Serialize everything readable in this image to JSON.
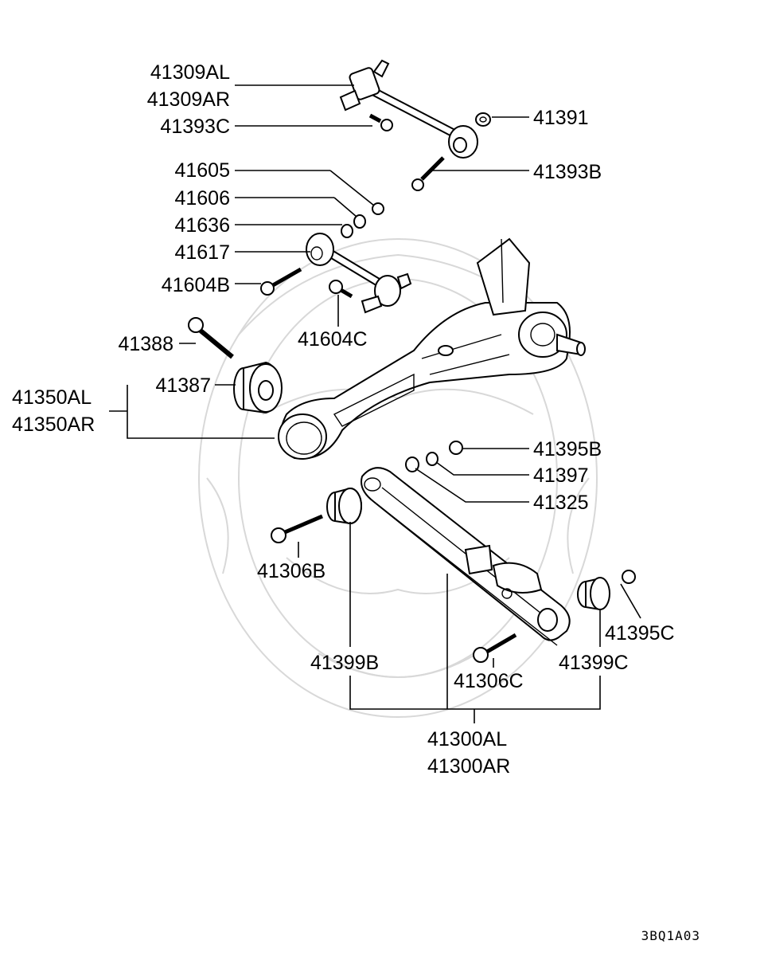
{
  "labels": {
    "p41309AL": "41309AL",
    "p41309AR": "41309AR",
    "p41393C": "41393C",
    "p41391": "41391",
    "p41605": "41605",
    "p41393B": "41393B",
    "p41606": "41606",
    "p41636": "41636",
    "p41617": "41617",
    "p41604B": "41604B",
    "p41604C": "41604C",
    "p41388": "41388",
    "p41387": "41387",
    "p41350AL": "41350AL",
    "p41350AR": "41350AR",
    "p41395B": "41395B",
    "p41397": "41397",
    "p41325": "41325",
    "p41306B": "41306B",
    "p41395C": "41395C",
    "p41399B": "41399B",
    "p41399C": "41399C",
    "p41306C": "41306C",
    "p41300AL": "41300AL",
    "p41300AR": "41300AR"
  },
  "diagram_code": "3BQ1A03"
}
